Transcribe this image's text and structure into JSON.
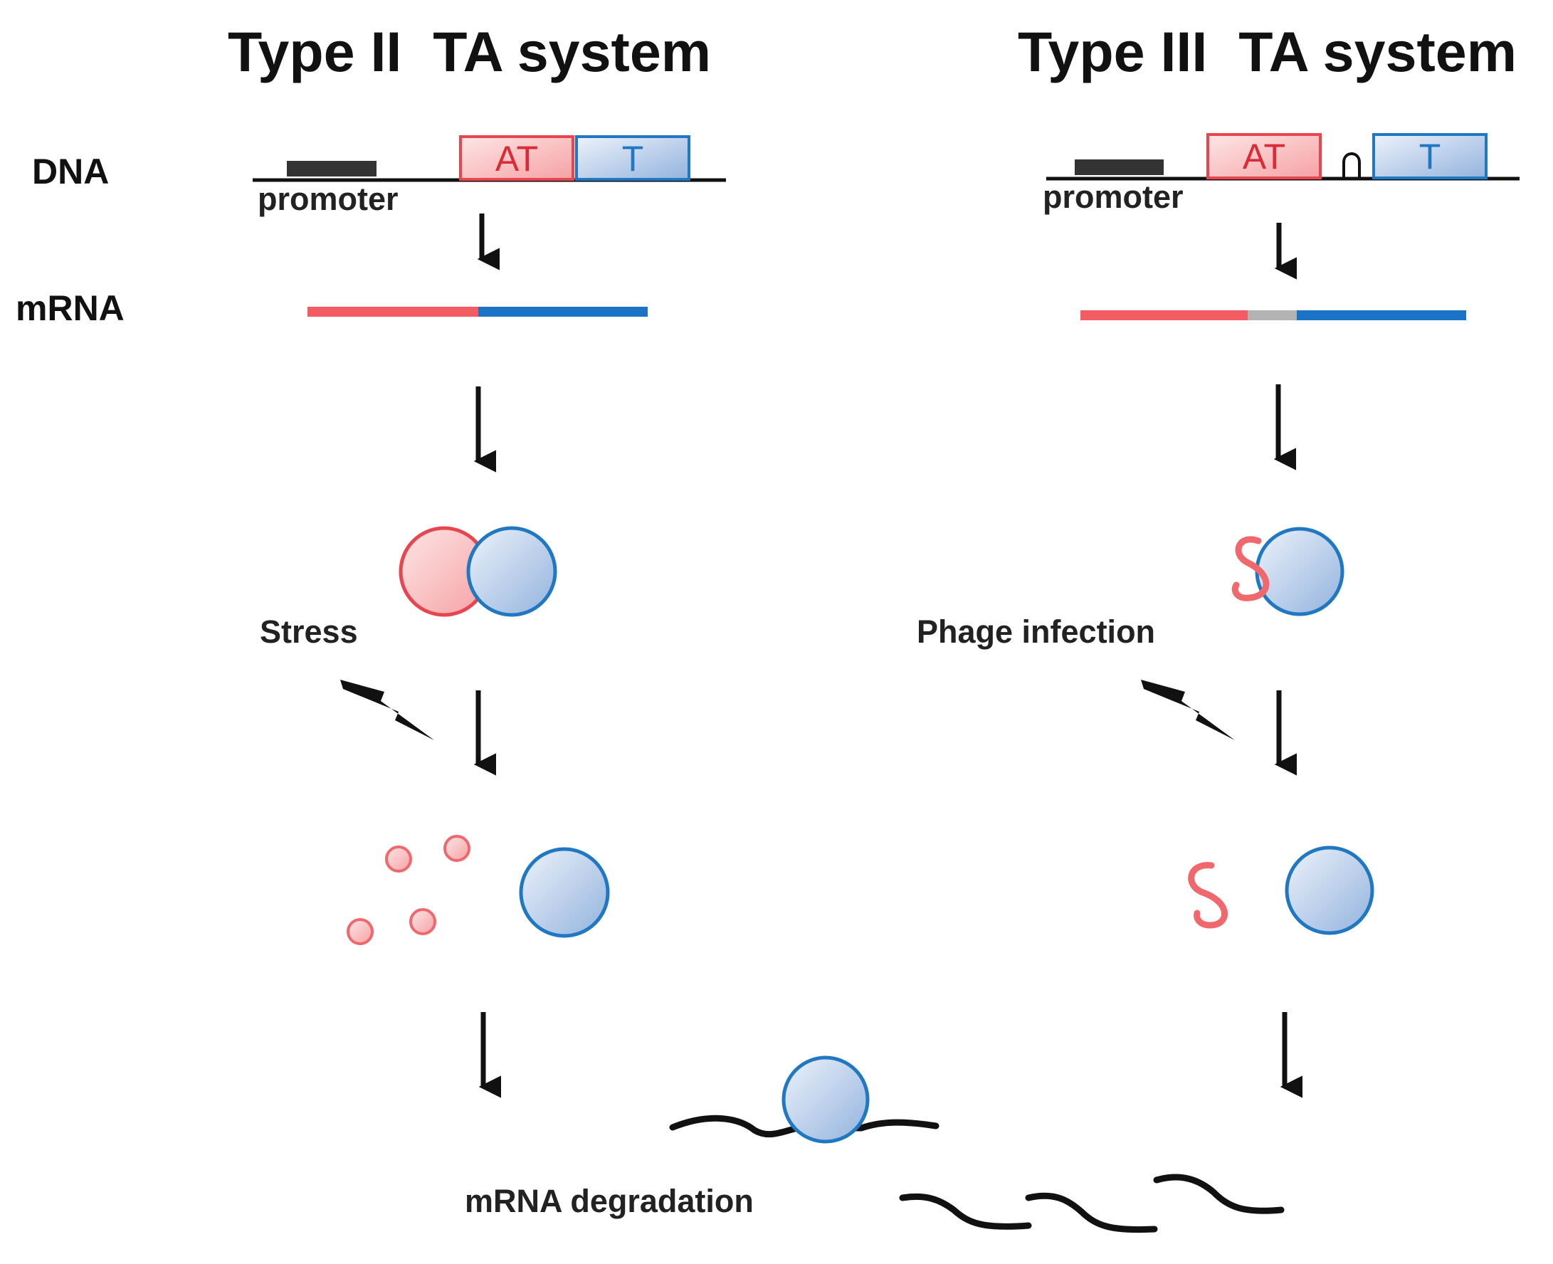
{
  "titles": {
    "left": "Type II  TA system",
    "right": "Type III  TA system"
  },
  "row_labels": {
    "dna": "DNA",
    "mrna": "mRNA"
  },
  "genes": {
    "antitoxin": "AT",
    "toxin": "T"
  },
  "labels": {
    "promoter": "promoter",
    "stress": "Stress",
    "phage": "Phage infection",
    "degradation": "mRNA degradation"
  },
  "colors": {
    "antitoxin_stroke": "#e8454f",
    "antitoxin_fill_light": "#fde0e0",
    "antitoxin_fill_dark": "#f7a7a9",
    "toxin_stroke": "#1f78c1",
    "toxin_fill_light": "#e8eef8",
    "toxin_fill_dark": "#9ab8e0",
    "mrna_red": "#f25c62",
    "mrna_blue": "#1a73c4",
    "mrna_gray": "#b3b3b3",
    "ink": "#111111"
  }
}
